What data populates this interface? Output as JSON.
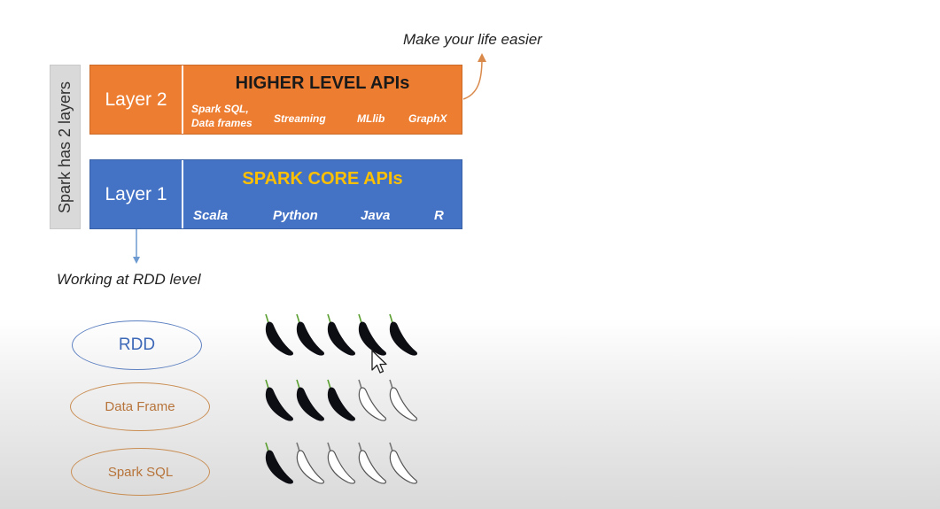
{
  "side_label": "Spark has 2 layers",
  "layer2": {
    "name": "Layer 2",
    "title": "HIGHER LEVEL APIs",
    "items": [
      "Spark SQL,",
      "Data frames",
      "Streaming",
      "MLlib",
      "GraphX"
    ],
    "color": "#ed7d31"
  },
  "layer1": {
    "name": "Layer 1",
    "title": "SPARK CORE APIs",
    "items": [
      "Scala",
      "Python",
      "Java",
      "R"
    ],
    "color": "#4472c4",
    "title_color": "#ffc000"
  },
  "notes": {
    "top": "Make your life easier",
    "bottom": "Working at RDD level"
  },
  "ratings": [
    {
      "label": "RDD",
      "filled": 5,
      "total": 5
    },
    {
      "label": "Data Frame",
      "filled": 3,
      "total": 5
    },
    {
      "label": "Spark SQL",
      "filled": 1,
      "total": 5
    }
  ],
  "icons": {
    "pepper": "chili-pepper-icon",
    "cursor": "mouse-cursor-icon"
  }
}
